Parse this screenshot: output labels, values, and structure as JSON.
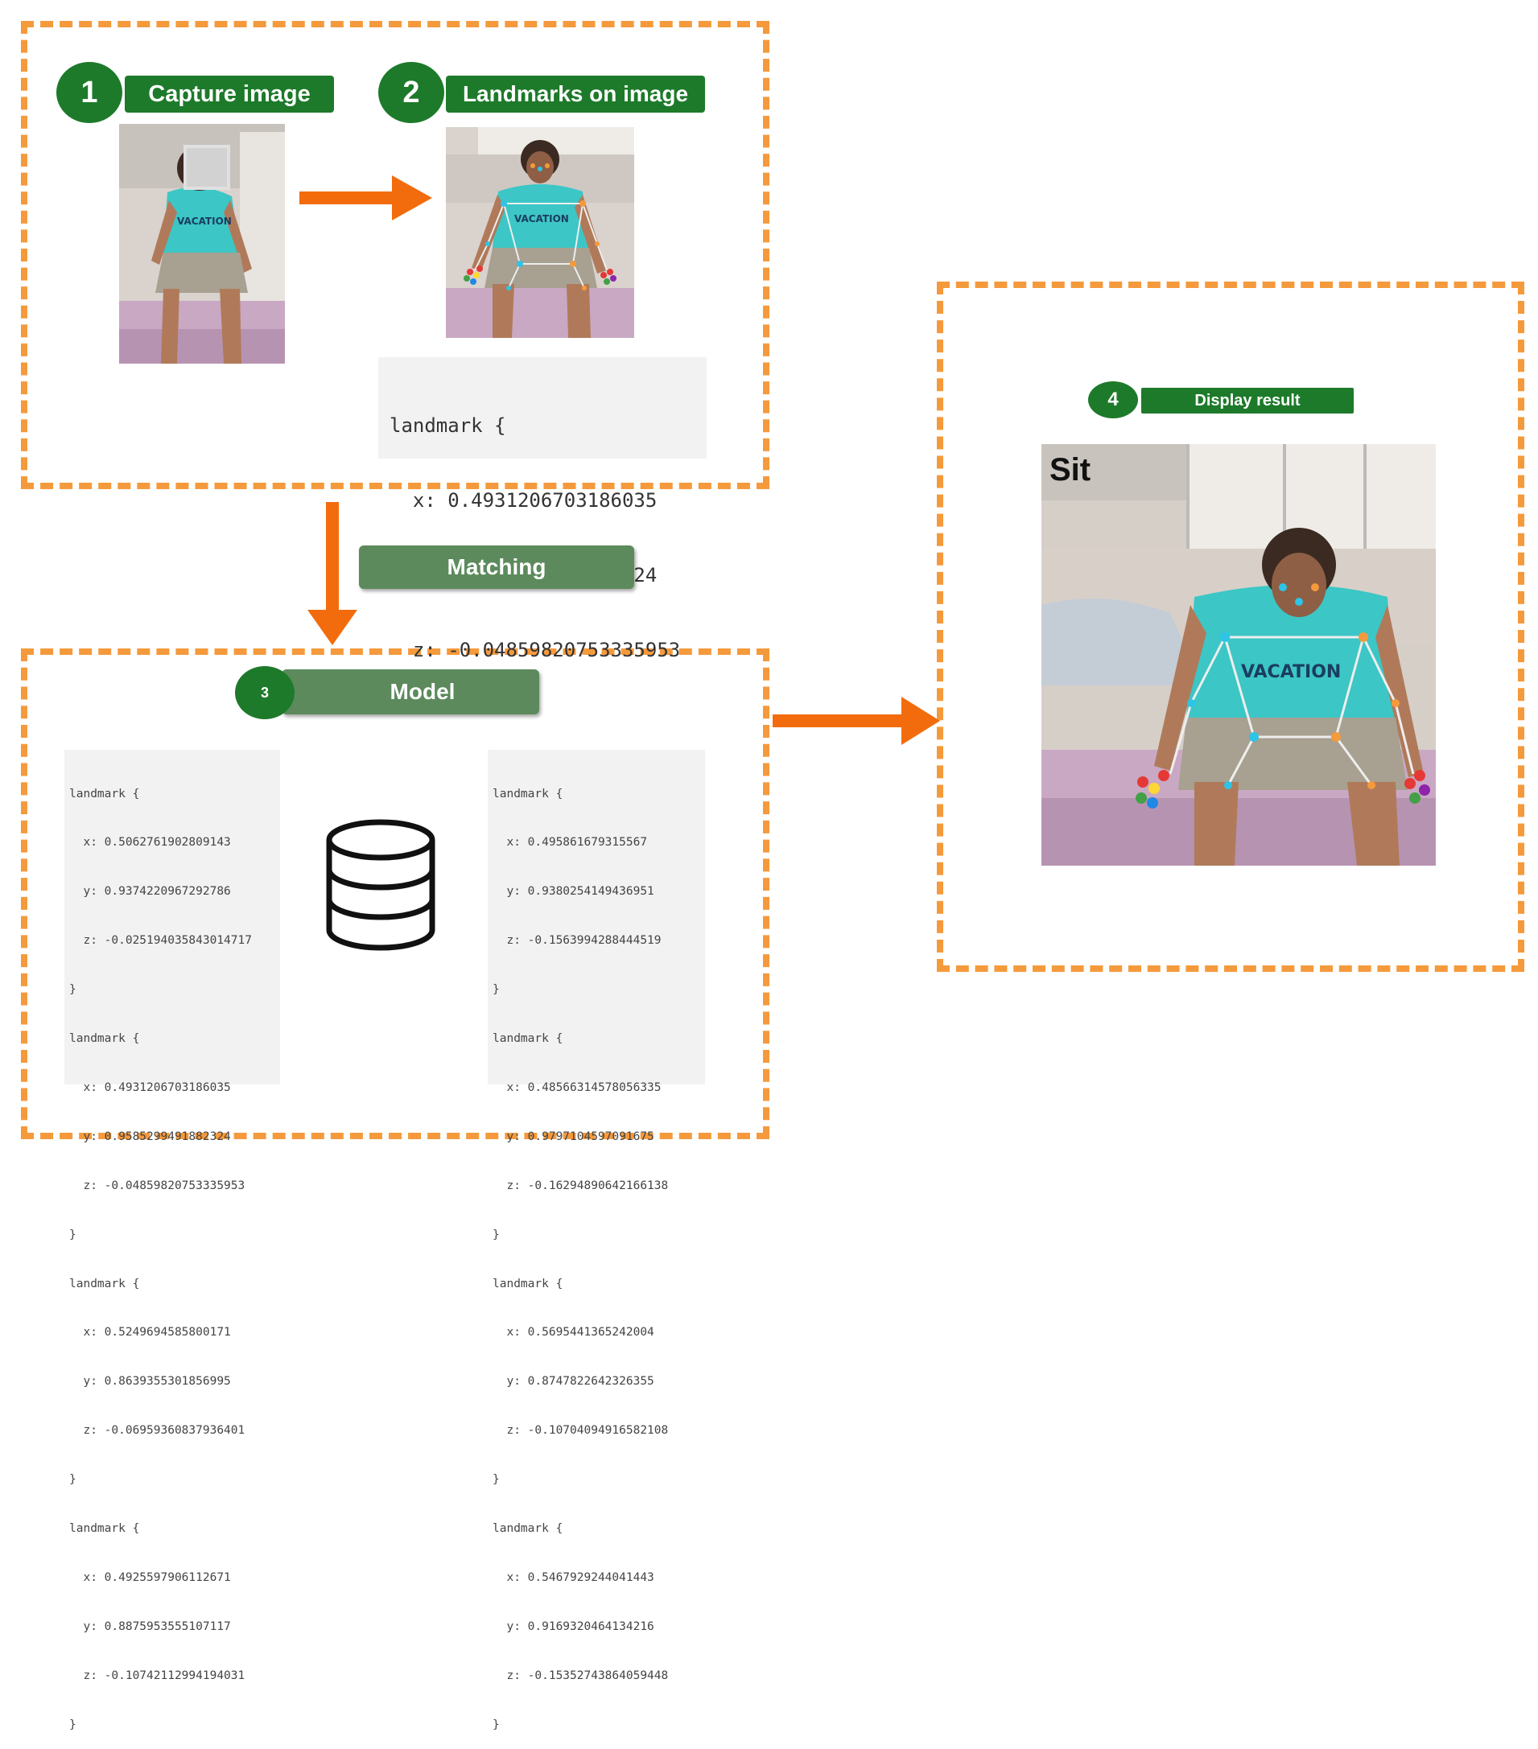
{
  "steps": {
    "capture": {
      "num": "1",
      "label": "Capture image"
    },
    "landmarks": {
      "num": "2",
      "label": "Landmarks on image"
    },
    "model": {
      "num": "3",
      "label": "Model"
    },
    "display": {
      "num": "4",
      "label": "Display result"
    }
  },
  "matching_label": "Matching",
  "result_label": "Sit",
  "colors": {
    "accent_green": "#1d7a2a",
    "muted_green": "#5c8a5c",
    "dashed_orange": "#f59a3c",
    "arrow_orange": "#f26c0d"
  },
  "icons": {
    "database": "database-icon"
  },
  "sample_landmark": [
    "landmark {",
    "  x: 0.4931206703186035",
    "  y: 0.9585299491882324",
    "  z: -0.04859820753335953"
  ],
  "model_left": [
    "landmark {",
    "  x: 0.5062761902809143",
    "  y: 0.9374220967292786",
    "  z: -0.025194035843014717",
    "}",
    "landmark {",
    "  x: 0.4931206703186035",
    "  y: 0.9585299491882324",
    "  z: -0.04859820753335953",
    "}",
    "landmark {",
    "  x: 0.5249694585800171",
    "  y: 0.8639355301856995",
    "  z: -0.06959360837936401",
    "}",
    "landmark {",
    "  x: 0.4925597906112671",
    "  y: 0.8875953555107117",
    "  z: -0.10742112994194031",
    "}"
  ],
  "model_right": [
    "landmark {",
    "  x: 0.495861679315567",
    "  y: 0.9380254149436951",
    "  z: -0.1563994288444519",
    "}",
    "landmark {",
    "  x: 0.48566314578056335",
    "  y: 0.9797104597091675",
    "  z: -0.16294890642166138",
    "}",
    "landmark {",
    "  x: 0.5695441365242004",
    "  y: 0.8747822642326355",
    "  z: -0.10704094916582108",
    "}",
    "landmark {",
    "  x: 0.5467929244041443",
    "  y: 0.9169320464134216",
    "  z: -0.15352743864059448",
    "}"
  ]
}
